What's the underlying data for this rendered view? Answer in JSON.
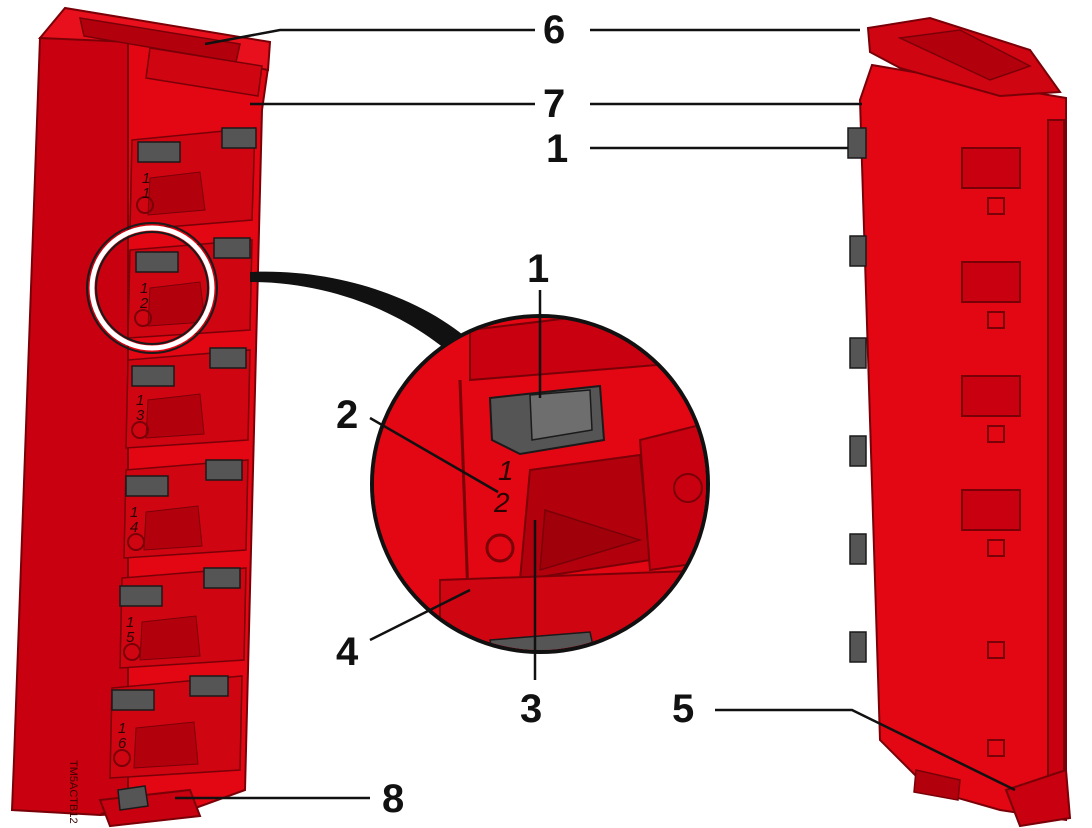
{
  "diagram": {
    "callouts": {
      "c1_top": "1",
      "c1_zoom": "1",
      "c2": "2",
      "c3": "3",
      "c4": "4",
      "c5": "5",
      "c6": "6",
      "c7": "7",
      "c8": "8"
    },
    "terminal_numbers": {
      "left_column": [
        "1",
        "1",
        "1",
        "2",
        "1",
        "3",
        "1",
        "4",
        "1",
        "5",
        "1",
        "6"
      ],
      "zoom_upper": "1",
      "zoom_lower": "2"
    },
    "model_label": "TM5ACTB12",
    "colors": {
      "housing_red": "#e30613",
      "housing_dark": "#a8000b",
      "clip_gray": "#555555",
      "leader_line": "#111111"
    }
  }
}
